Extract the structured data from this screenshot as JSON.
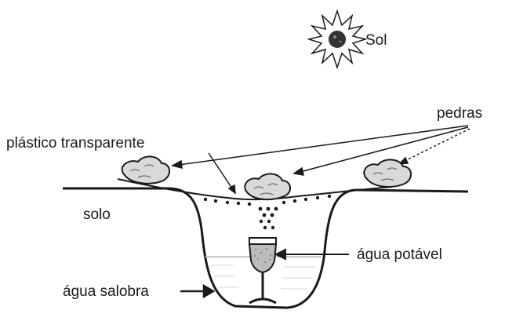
{
  "labels": {
    "sun": "Sol",
    "stones": "pedras",
    "plastic": "plástico transparente",
    "soil": "solo",
    "potable_water": "água potável",
    "brackish_water": "água salobra"
  },
  "icons": {
    "sun": "sun-icon",
    "stone": "stone-icon",
    "glass": "glass-icon"
  },
  "colors": {
    "ink": "#1a1a1a",
    "water": "#c9c9c9",
    "stone_fill": "#d9d9d9",
    "background": "#ffffff"
  }
}
